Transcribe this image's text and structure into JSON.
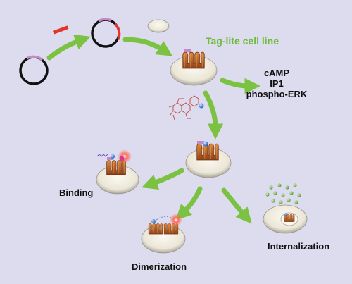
{
  "cell_line_label": "Tag-lite cell line",
  "readouts": [
    "cAMP",
    "IP1",
    "phospho-ERK"
  ],
  "outcomes": {
    "binding": "Binding",
    "dimerization": "Dimerization",
    "internalization": "Internalization"
  },
  "colors": {
    "background": "#dcdcee",
    "arrow": "#7cc242",
    "plasmid_ring": "#111111",
    "insert": "#e0362b",
    "tag": "#c38ac6",
    "receptor": "#c4692d",
    "cell": "#eeeadf"
  }
}
